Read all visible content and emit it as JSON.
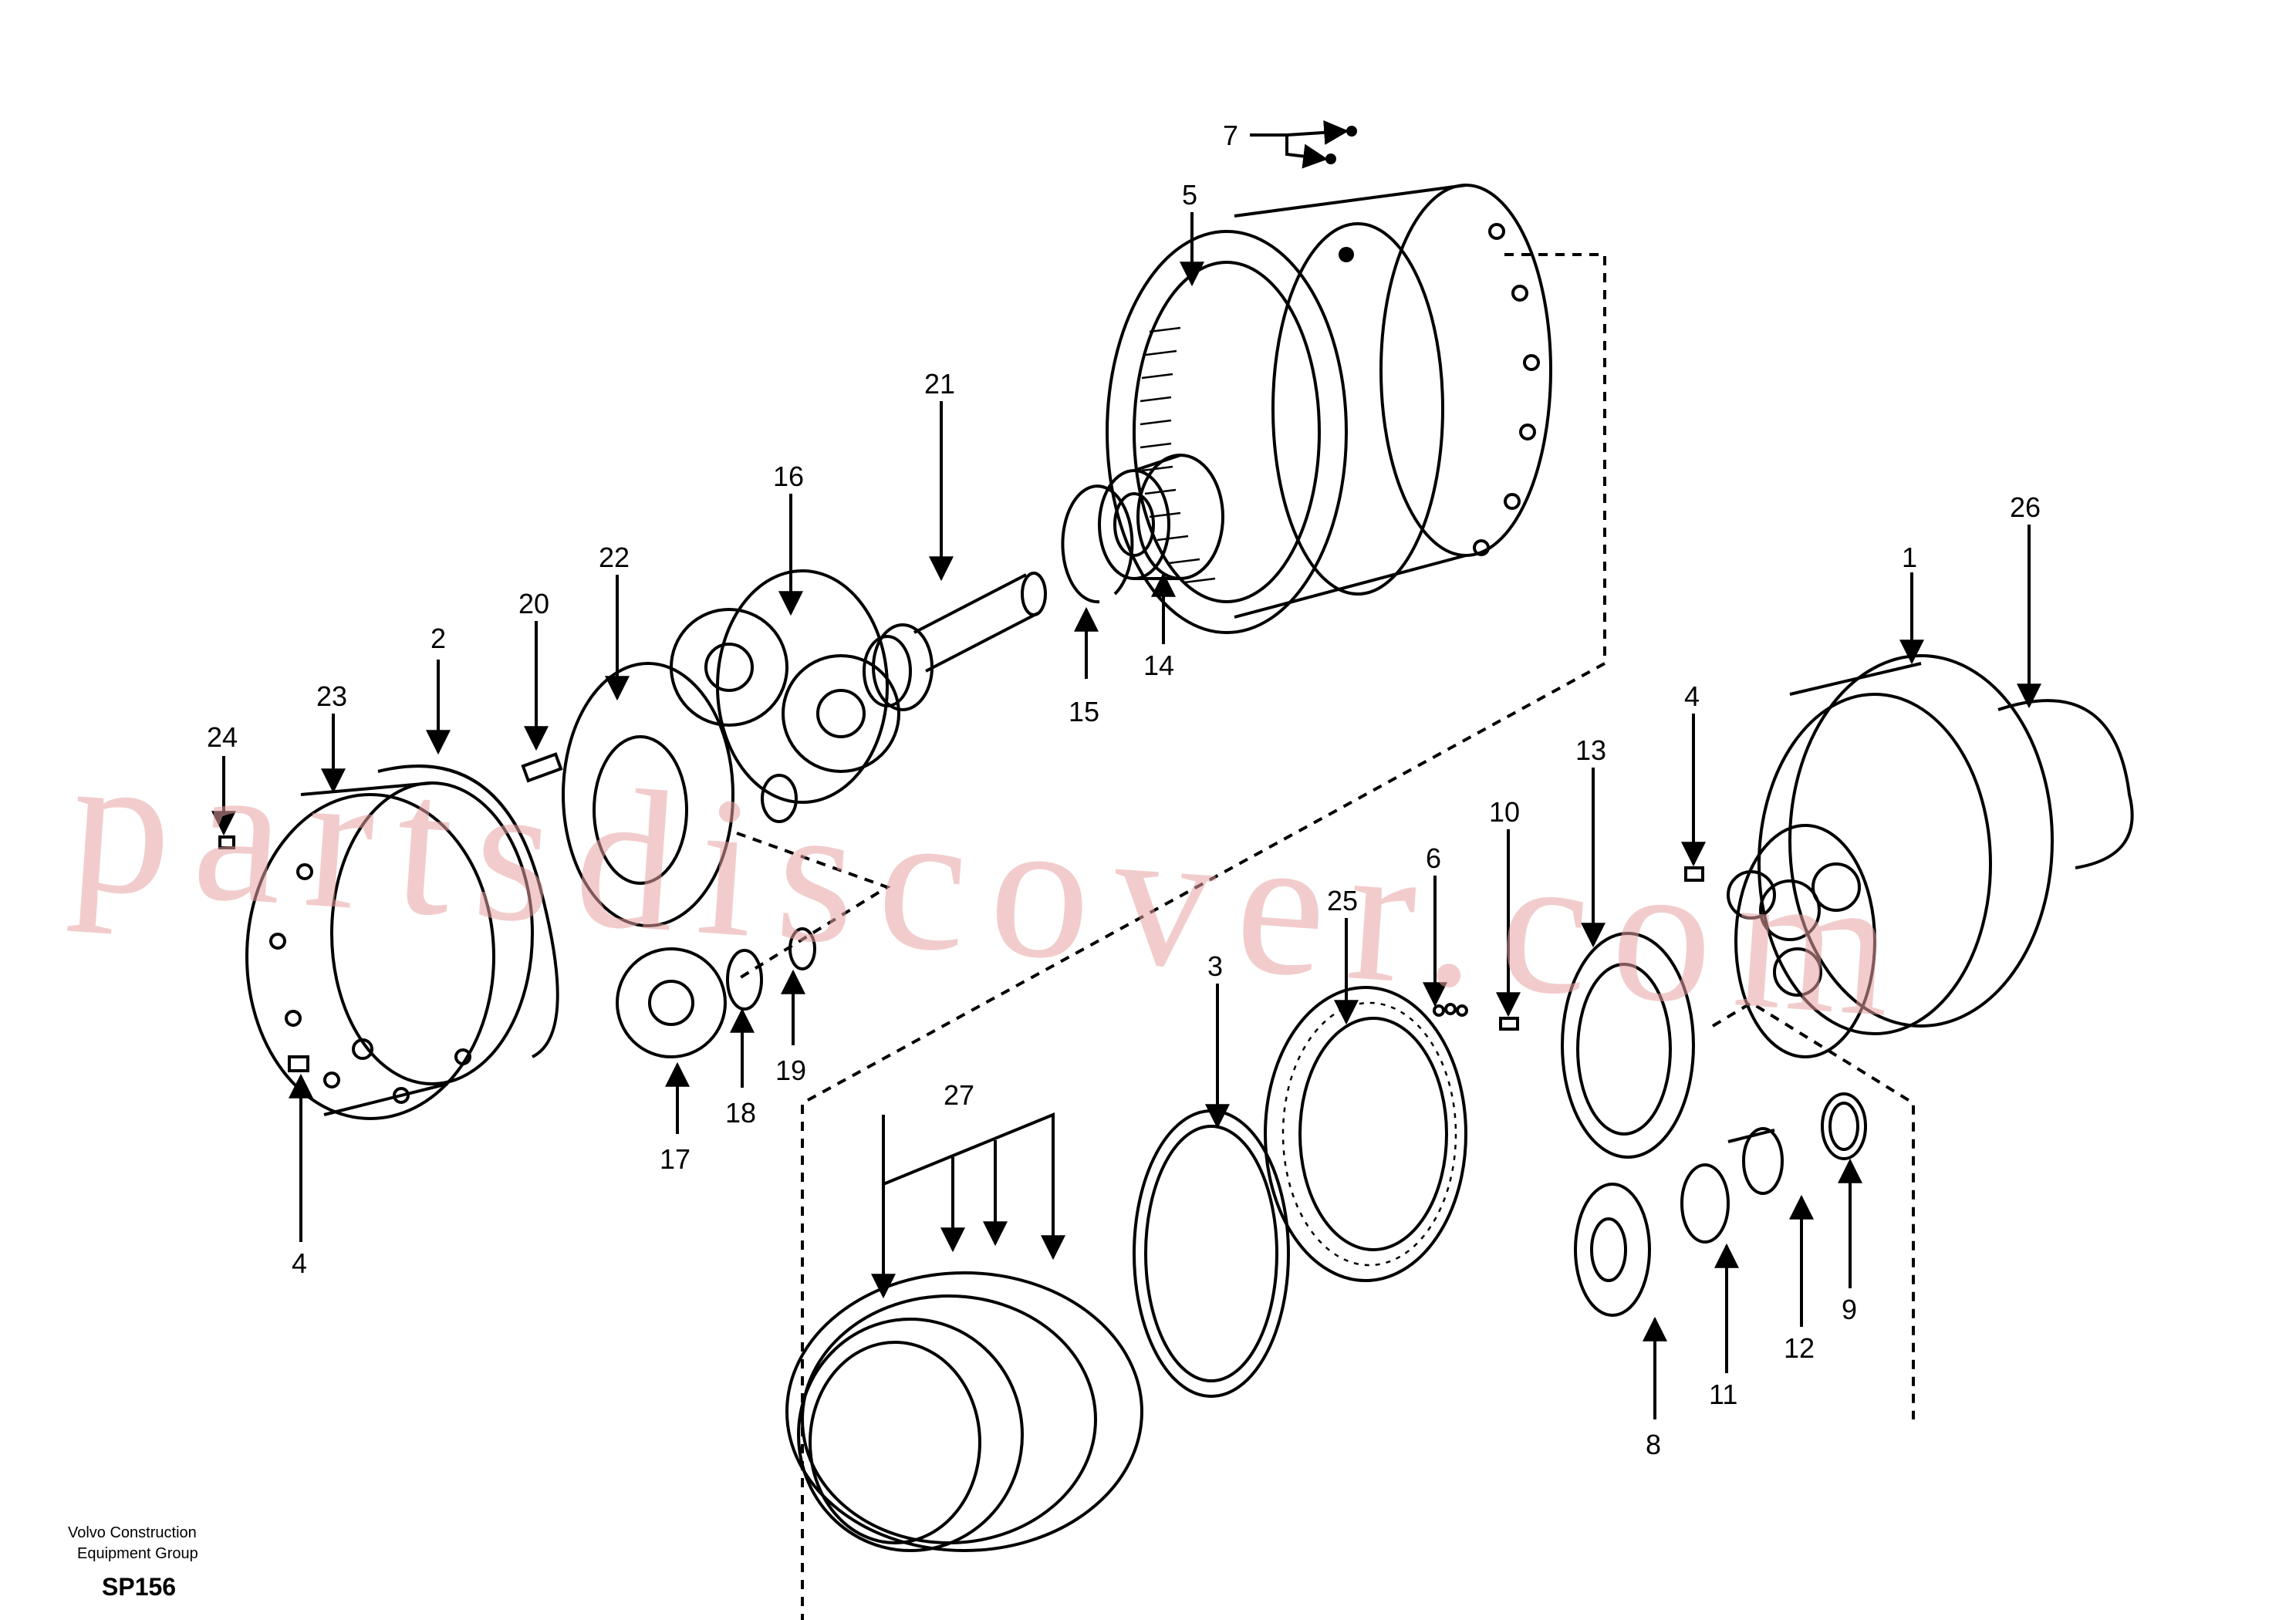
{
  "watermark": "partsdiscover.com",
  "footer": {
    "line1": "Volvo Construction",
    "line2": "Equipment Group",
    "code": "SP156"
  },
  "callouts": [
    {
      "id": "c1",
      "label": "1"
    },
    {
      "id": "c2",
      "label": "2"
    },
    {
      "id": "c3",
      "label": "3"
    },
    {
      "id": "c4a",
      "label": "4"
    },
    {
      "id": "c4b",
      "label": "4"
    },
    {
      "id": "c5",
      "label": "5"
    },
    {
      "id": "c6",
      "label": "6"
    },
    {
      "id": "c7",
      "label": "7"
    },
    {
      "id": "c8",
      "label": "8"
    },
    {
      "id": "c9",
      "label": "9"
    },
    {
      "id": "c10",
      "label": "10"
    },
    {
      "id": "c11",
      "label": "11"
    },
    {
      "id": "c12",
      "label": "12"
    },
    {
      "id": "c13",
      "label": "13"
    },
    {
      "id": "c14",
      "label": "14"
    },
    {
      "id": "c15",
      "label": "15"
    },
    {
      "id": "c16",
      "label": "16"
    },
    {
      "id": "c17",
      "label": "17"
    },
    {
      "id": "c18",
      "label": "18"
    },
    {
      "id": "c19",
      "label": "19"
    },
    {
      "id": "c20",
      "label": "20"
    },
    {
      "id": "c21",
      "label": "21"
    },
    {
      "id": "c22",
      "label": "22"
    },
    {
      "id": "c23",
      "label": "23"
    },
    {
      "id": "c24",
      "label": "24"
    },
    {
      "id": "c25",
      "label": "25"
    },
    {
      "id": "c26",
      "label": "26"
    },
    {
      "id": "c27",
      "label": "27"
    }
  ]
}
